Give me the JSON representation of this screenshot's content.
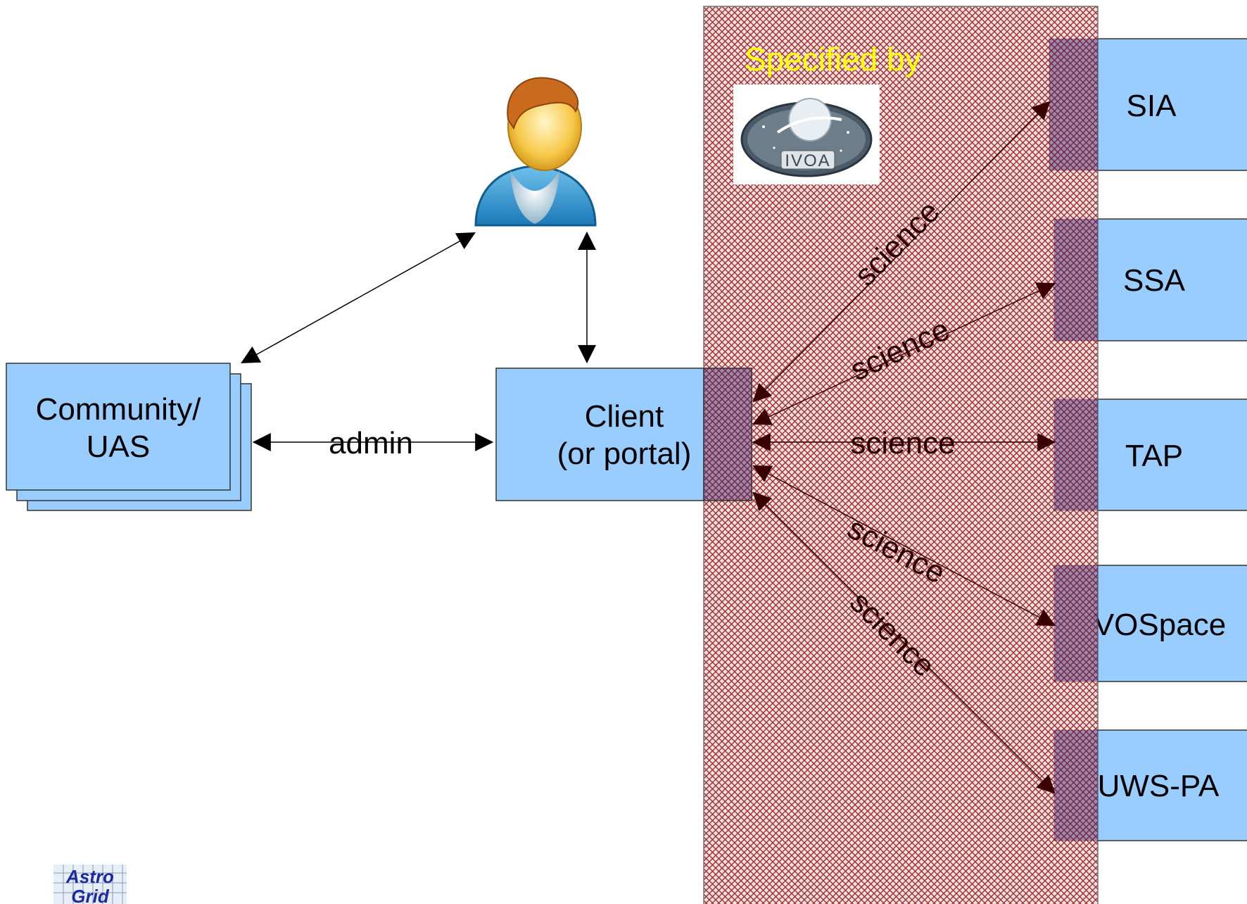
{
  "colors": {
    "box_fill": "#99ccff",
    "box_stroke": "#333333",
    "hatch": "#8b0000",
    "arrow": "#000000",
    "specified_text": "#ffff00",
    "science_text": "#2a0000"
  },
  "specified_by": "Specified by",
  "ivoa_logo_text": "IVOA",
  "community": {
    "line1": "Community/",
    "line2": "UAS"
  },
  "client": {
    "line1": "Client",
    "line2": "(or portal)"
  },
  "admin_label": "admin",
  "user_icon": "user-icon",
  "services": [
    {
      "name": "SIA"
    },
    {
      "name": "SSA"
    },
    {
      "name": "TAP"
    },
    {
      "name": "VOSpace"
    },
    {
      "name": "UWS-PA"
    }
  ],
  "science_labels": [
    "science",
    "science",
    "science",
    "science",
    "science"
  ],
  "astrogrid_logo": {
    "line1": "Astro",
    "line2": "Grid"
  }
}
